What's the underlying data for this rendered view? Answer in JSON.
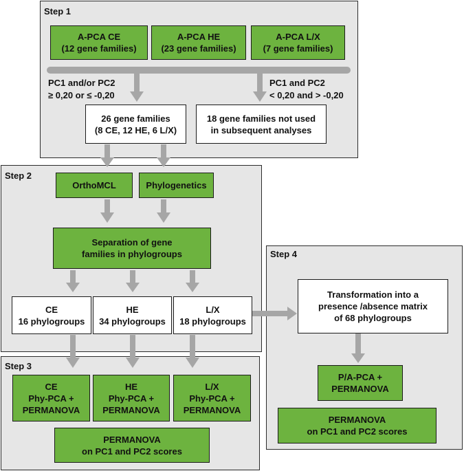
{
  "colors": {
    "green": "#6db33f",
    "panel": "#e6e6e6",
    "arrow": "#a6a6a6"
  },
  "step1": {
    "label": "Step 1",
    "apca_ce": "A-PCA CE\n(12 gene families)",
    "apca_he": "A-PCA HE\n(23 gene families)",
    "apca_lx": "A-PCA L/X\n(7 gene families)",
    "left_criterion": "PC1 and/or PC2\n≥ 0,20 or ≤ -0,20",
    "right_criterion": "PC1 and PC2\n< 0,20 and > -0,20",
    "used": "26 gene families\n(8 CE, 12 HE, 6 L/X)",
    "unused": "18 gene families not used\nin subsequent analyses"
  },
  "step2": {
    "label": "Step 2",
    "orthomcl": "OrthoMCL",
    "phylogenetics": "Phylogenetics",
    "separation": "Separation of gene\nfamilies in phylogroups",
    "ce": "CE\n16 phylogroups",
    "he": "HE\n34 phylogroups",
    "lx": "L/X\n18 phylogroups"
  },
  "step3": {
    "label": "Step 3",
    "ce": "CE\nPhy-PCA +\nPERMANOVA",
    "he": "HE\nPhy-PCA +\nPERMANOVA",
    "lx": "L/X\nPhy-PCA +\nPERMANOVA",
    "permanova": "PERMANOVA\non PC1 and PC2 scores"
  },
  "step4": {
    "label": "Step 4",
    "transformation": "Transformation into a\npresence /absence matrix\nof 68 phylogroups",
    "papca": "P/A-PCA +\nPERMANOVA",
    "permanova": "PERMANOVA\non PC1 and PC2 scores"
  }
}
